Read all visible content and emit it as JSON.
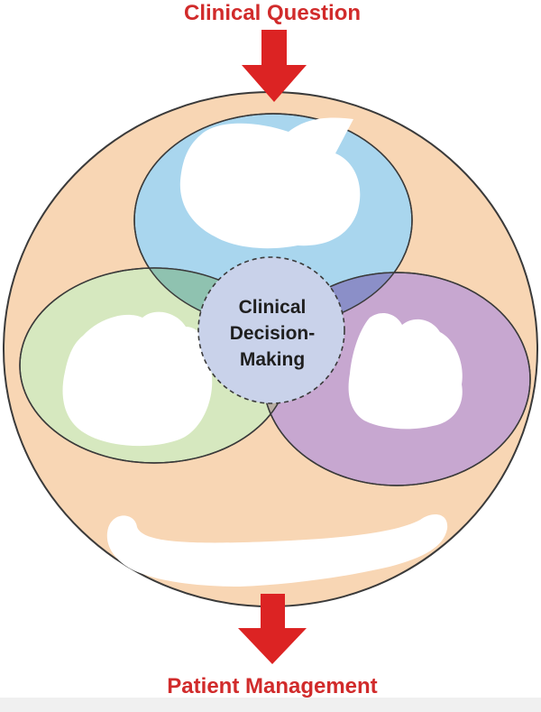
{
  "title": {
    "top": "Clinical Question",
    "bottom": "Patient Management"
  },
  "center": {
    "lines": [
      "Clinical",
      "Decision-",
      "Making"
    ]
  },
  "colors": {
    "title_red": "#d12b2b",
    "arrow_red": "#dc2323",
    "outer_circle_fill": "#f8d6b4",
    "outer_circle_stroke": "#3a3a3a",
    "circle_top_fill": "#a9d6ee",
    "circle_left_fill": "#d6e8bf",
    "circle_right_fill": "#c7a7d0",
    "center_fill": "#c9d2ea",
    "overlap_top_left": "#8fc2b0",
    "overlap_top_right": "#8b8fc8",
    "overlap_left_right": "#b8aea3",
    "text_dark": "#1f1f1f",
    "bottom_band": "#f0f0f0"
  }
}
